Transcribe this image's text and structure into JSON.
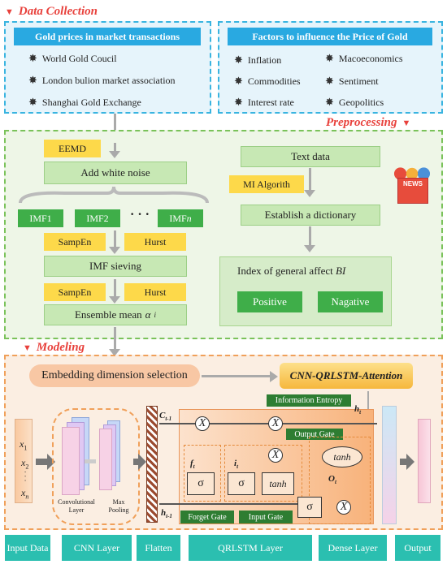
{
  "data_collection": {
    "title": "Data Collection",
    "gold_prices": {
      "header": "Gold prices in market transactions",
      "items": [
        "World Gold Coucil",
        "London bulion market association",
        "Shanghai Gold Exchange"
      ]
    },
    "factors": {
      "header": "Factors to influence the Price of Gold",
      "items": [
        "Inflation",
        "Commodities",
        "Interest rate",
        "Macoeconomics",
        "Sentiment",
        "Geopolitics"
      ]
    }
  },
  "preprocessing": {
    "title": "Preprocessing",
    "eemd": "EEMD",
    "white_noise": "Add white noise",
    "imf1": "IMF1",
    "imf2": "IMF2",
    "dots": "· · ·",
    "imfn_prefix": "IMF",
    "imfn_sub": "n",
    "sampen1": "SampEn",
    "hurst1": "Hurst",
    "imf_sieving": "IMF sieving",
    "sampen2": "SampEn",
    "hurst2": "Hurst",
    "ensemble": "Ensemble mean",
    "alpha": "α",
    "alpha_sub": "i",
    "text_data": "Text data",
    "mi": "MI Algorith",
    "dictionary": "Establish a dictionary",
    "index_label": "Index of general affect",
    "index_var": "BI",
    "positive": "Positive",
    "negative": "Nagative",
    "news_badge": "NEWS"
  },
  "modeling": {
    "title": "Modeling",
    "embedding": "Embedding dimension selection",
    "model_name": "CNN-QRLSTM-Attention",
    "info_entropy": "Information Entropy",
    "output_gate": "Output Gate",
    "forget_gate": "Forget Gate",
    "input_gate": "Input Gate",
    "conv_label": "Convolutional Layer",
    "pool_label": "Max Pooling",
    "x1": "x",
    "x1_sub": "1",
    "x2": "x",
    "x2_sub": "2",
    "xdots": "·  ·  ·",
    "xn": "x",
    "xn_sub": "n",
    "c_prev": "C",
    "c_prev_sub": "t-1",
    "h_prev": "h",
    "h_prev_sub": "t-1",
    "h_t": "h",
    "h_t_sub": "t",
    "f_t": "f",
    "f_t_sub": "t",
    "i_t": "i",
    "i_t_sub": "t",
    "o_t": "O",
    "o_t_sub": "t",
    "sigma": "σ",
    "tanh": "tanh",
    "times": "X"
  },
  "bottom_labels": [
    "Input Data",
    "CNN Layer",
    "Flatten",
    "QRLSTM Layer",
    "Dense Layer",
    "Output"
  ],
  "colors": {
    "accent_red": "#e8413c",
    "blue": "#29a9e1",
    "green": "#3fae49",
    "yellow": "#fdd94a",
    "teal": "#2bbfb0",
    "orange": "#f0a05a"
  }
}
